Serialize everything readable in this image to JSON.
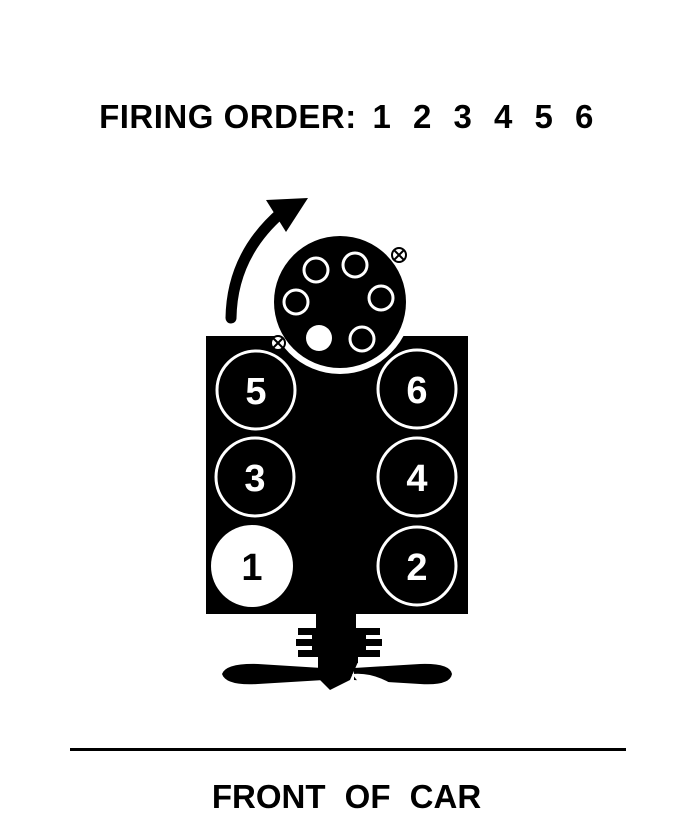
{
  "title": {
    "label": "FIRING ORDER:",
    "order": "1  2  3  4  5  6"
  },
  "cylinders": [
    {
      "number": "5",
      "row": 0,
      "side": "left",
      "highlight": false
    },
    {
      "number": "6",
      "row": 0,
      "side": "right",
      "highlight": false
    },
    {
      "number": "3",
      "row": 1,
      "side": "left",
      "highlight": false
    },
    {
      "number": "4",
      "row": 1,
      "side": "right",
      "highlight": false
    },
    {
      "number": "1",
      "row": 2,
      "side": "left",
      "highlight": true
    },
    {
      "number": "2",
      "row": 2,
      "side": "right",
      "highlight": false
    }
  ],
  "rotation": "clockwise",
  "footer": {
    "label": "FRONT  OF  CAR"
  },
  "colors": {
    "ink": "#000000",
    "paper": "#ffffff"
  }
}
